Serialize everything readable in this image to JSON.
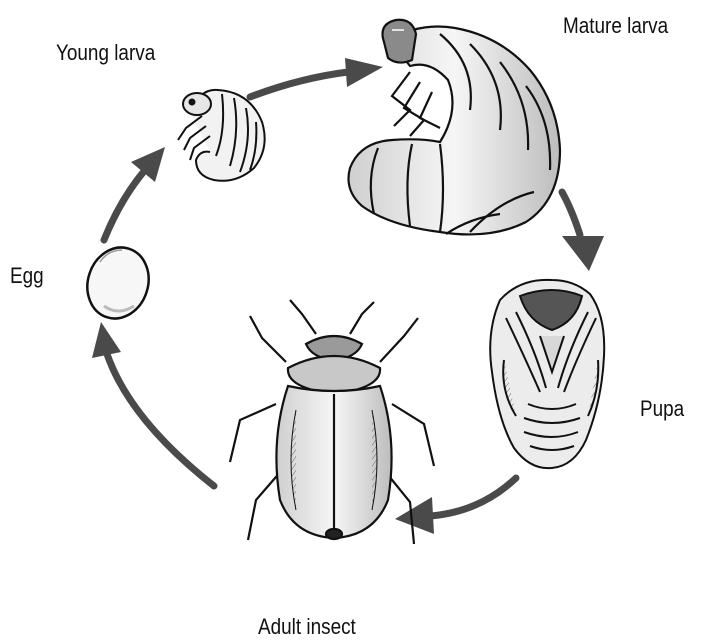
{
  "diagram": {
    "stages": {
      "young_larva": "Young larva",
      "mature_larva": "Mature larva",
      "pupa": "Pupa",
      "adult_insect": "Adult insect",
      "egg": "Egg"
    },
    "colors": {
      "ink": "#111111",
      "arrow": "#4a4a4a",
      "body_fill": "#f2f2f2",
      "shadow": "#b9b9b9"
    }
  }
}
